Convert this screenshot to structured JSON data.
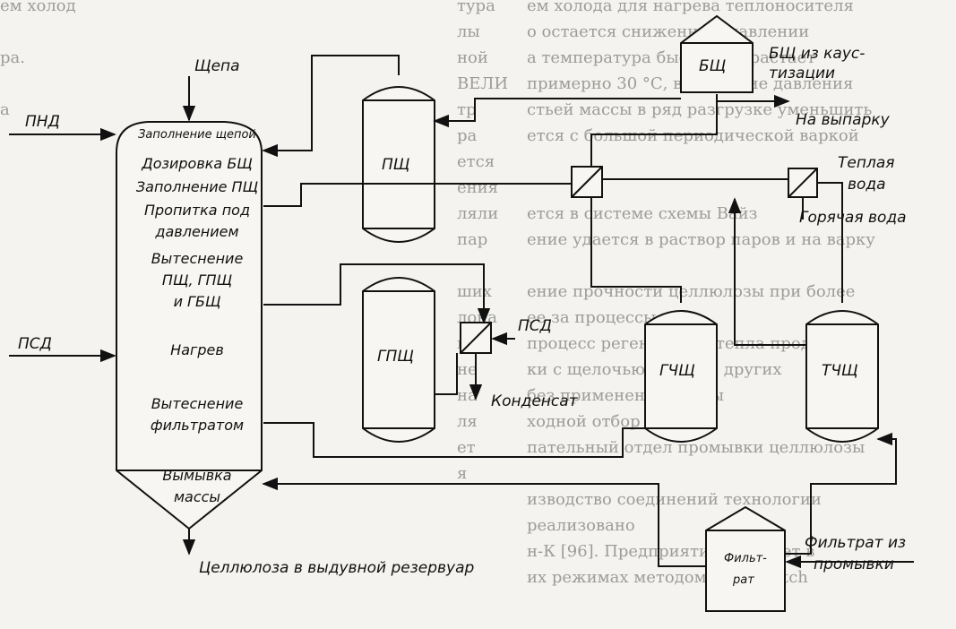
{
  "background_text": {
    "left": [
      "ем холод",
      "",
      "ра.",
      "",
      "а",
      "",
      "",
      "",
      "",
      "",
      "",
      "",
      "",
      "",
      "",
      "",
      "",
      "",
      "",
      "",
      "",
      "",
      "",
      ""
    ],
    "middle": [
      "тура",
      "лы",
      "ной",
      "ВЕЛИ",
      "тр",
      "ра",
      "ется",
      "ения",
      "ляли",
      "пар",
      "",
      "ших",
      "лона",
      "к",
      "не",
      "на",
      "ля",
      "ет",
      "я"
    ],
    "right": [
      "ем холода для нагрева теплоносителя",
      "о остается сниженным давлении",
      "а температура быстро возрастает",
      "примерно 30 °С, вследствие давления",
      "стьей массы в ряд разгрузке уменьшить",
      "ется с большой периодической варкой",
      "",
      "",
      "ется в системе схемы Вайз",
      "ение удается в раствор паров и на варку",
      "",
      "ение прочности целлюлозы при более",
      "ее за процессы",
      "процесс регенерации тепла продолжает",
      "ки с щелочью Капла и других",
      "без применения схемы",
      "ходной отбор щелоке",
      "пательный отдел промывки целлюлозы",
      "",
      "изводство соединений технологии",
      "реализовано",
      "н-К [96]. Предприятие работает в",
      "их режимах методом SuperBatch"
    ]
  },
  "inputs": {
    "chip": "Щепа",
    "lps": "ПНД",
    "mps_left": "ПСД",
    "mps_right": "ПСД"
  },
  "digester_stages": [
    "Заполнение щепой",
    "Дозировка БЩ",
    "Заполнение ПЩ",
    "Пропитка под",
    "давлением",
    "Вытеснение",
    "ПЩ, ГПЩ",
    "и ГБЩ",
    "Нагрев",
    "Вытеснение",
    "фильтратом",
    "Вымывка",
    "массы"
  ],
  "tanks": {
    "psh": "ПЩ",
    "gpsh": "ГПЩ",
    "gchsh": "ГЧЩ",
    "tchsh": "ТЧЩ",
    "bsh": "БЩ",
    "filtrate_line1": "Фильт-",
    "filtrate_line2": "рат"
  },
  "streams": {
    "bsh_source_line1": "БЩ из каус-",
    "bsh_source_line2": "тизации",
    "to_evaporator": "На выпарку",
    "warm_water_line1": "Теплая",
    "warm_water_line2": "вода",
    "hot_water": "Горячая вода",
    "condensate": "Конденсат",
    "filtrate_source_line1": "Фильтрат из",
    "filtrate_source_line2": "промывки",
    "pulp_out": "Целлюлоза в выдувной резервуар"
  }
}
